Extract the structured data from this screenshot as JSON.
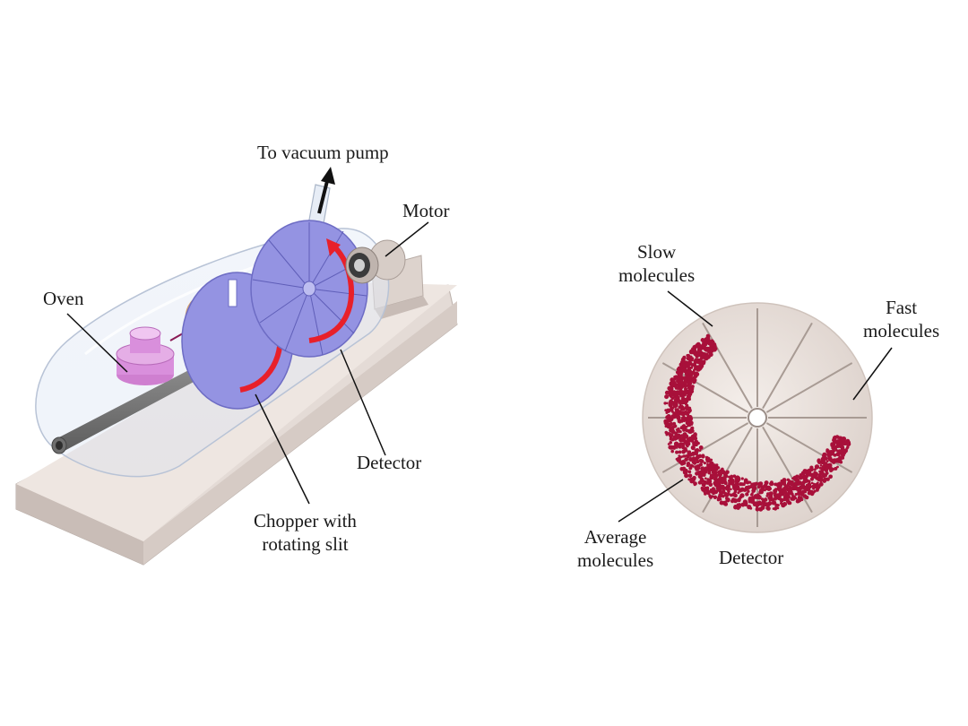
{
  "apparatus": {
    "labels": {
      "vacuum_pump": "To vacuum pump",
      "motor": "Motor",
      "oven": "Oven",
      "detector": "Detector",
      "chopper_line1": "Chopper with",
      "chopper_line2": "rotating slit"
    }
  },
  "detector_view": {
    "labels": {
      "slow_line1": "Slow",
      "slow_line2": "molecules",
      "fast_line1": "Fast",
      "fast_line2": "molecules",
      "average_line1": "Average",
      "average_line2": "molecules",
      "detector": "Detector"
    }
  },
  "colors": {
    "deposit": "#a8103a",
    "arrow": "#e8202a",
    "disk": "#8f8ee0",
    "base": "#eae1dc",
    "detector_face": "#eae2dd"
  }
}
